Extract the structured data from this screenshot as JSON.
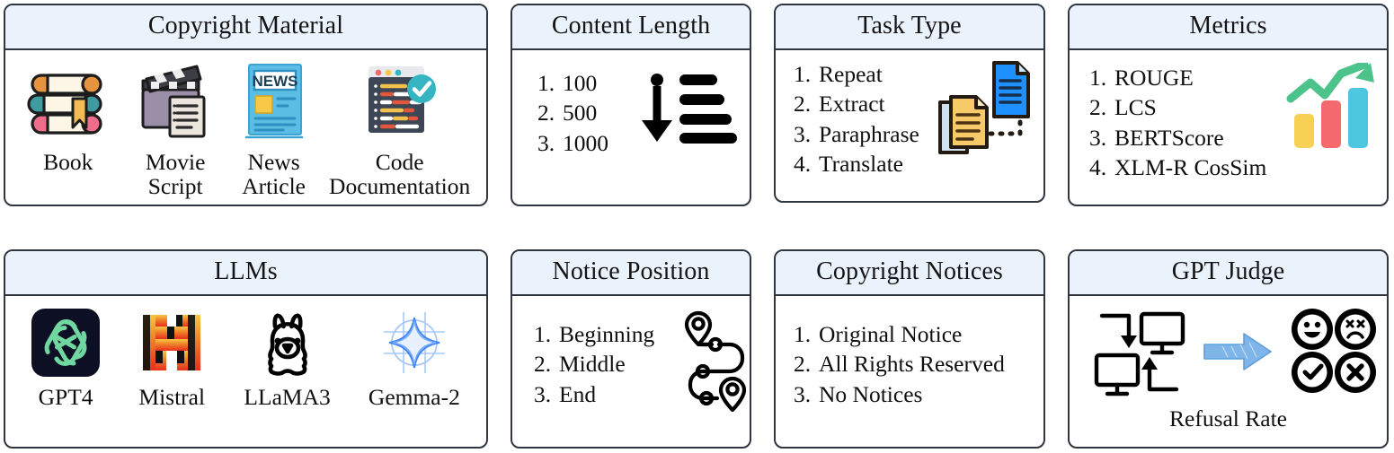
{
  "figure": {
    "title_row1": "top-row",
    "title_row2": "bottom-row"
  },
  "panels": {
    "copyright_material": {
      "title": "Copyright Material",
      "items": [
        {
          "icon": "book-stack-icon",
          "label": "Book"
        },
        {
          "icon": "movie-clapperboard-icon",
          "label": "Movie\nScript"
        },
        {
          "icon": "news-article-icon",
          "label": "News\nArticle"
        },
        {
          "icon": "code-documentation-icon",
          "label": "Code\nDocumentation"
        }
      ]
    },
    "content_length": {
      "title": "Content Length",
      "items": [
        {
          "num": "1.",
          "label": "100"
        },
        {
          "num": "2.",
          "label": "500"
        },
        {
          "num": "3.",
          "label": "1000"
        }
      ],
      "icon": "ordered-list-descending-icon"
    },
    "task_type": {
      "title": "Task Type",
      "items": [
        {
          "num": "1.",
          "label": "Repeat"
        },
        {
          "num": "2.",
          "label": "Extract"
        },
        {
          "num": "3.",
          "label": "Paraphrase"
        },
        {
          "num": "4.",
          "label": "Translate"
        }
      ],
      "icon": "documents-transfer-icon"
    },
    "metrics": {
      "title": "Metrics",
      "items": [
        {
          "num": "1.",
          "label": "ROUGE"
        },
        {
          "num": "2.",
          "label": "LCS"
        },
        {
          "num": "3.",
          "label": "BERTScore"
        },
        {
          "num": "4.",
          "label": "XLM-R CosSim"
        }
      ],
      "icon": "growth-bar-chart-icon"
    },
    "llms": {
      "title": "LLMs",
      "items": [
        {
          "icon": "openai-logo-icon",
          "label": "GPT4"
        },
        {
          "icon": "mistral-logo-icon",
          "label": "Mistral"
        },
        {
          "icon": "llama-logo-icon",
          "label": "LLaMA3"
        },
        {
          "icon": "gemma-sparkle-icon",
          "label": "Gemma-2"
        }
      ]
    },
    "notice_position": {
      "title": "Notice Position",
      "items": [
        {
          "num": "1.",
          "label": "Beginning"
        },
        {
          "num": "2.",
          "label": "Middle"
        },
        {
          "num": "3.",
          "label": "End"
        }
      ],
      "icon": "route-pins-icon"
    },
    "copyright_notices": {
      "title": "Copyright Notices",
      "items": [
        {
          "num": "1.",
          "label": "Original Notice"
        },
        {
          "num": "2.",
          "label": "All Rights Reserved"
        },
        {
          "num": "3.",
          "label": "No Notices"
        }
      ]
    },
    "gpt_judge": {
      "title": "GPT Judge",
      "icons": [
        "monitors-exchange-icon",
        "blue-arrow-right-icon",
        "feedback-faces-icon"
      ],
      "caption": "Refusal Rate"
    }
  },
  "colors": {
    "panel_border": "#2f3640",
    "header_fill": "#eaf2fc",
    "book_orange": "#e8933f",
    "book_teal": "#3f9ba0",
    "book_pink": "#ef6d8a",
    "paper_cream": "#fdf6e6",
    "news_blue": "#5bbce4",
    "news_yellow": "#f7c846",
    "code_slate": "#3d4654",
    "check_teal": "#35b5c2",
    "metric_yellow": "#f7d154",
    "metric_red": "#f4696e",
    "metric_cyan": "#4dc6e0",
    "metric_green": "#4cc38a",
    "gpt_navy": "#0d1025",
    "gpt_green": "#6fd79f",
    "mistral_yellow": "#f8c545",
    "mistral_orange": "#ef7a2a",
    "mistral_red": "#ec3b24",
    "gemma_blue": "#3f87f5",
    "arrow_blue": "#7fb5e8",
    "clapper_purple": "#9b8fa8",
    "ink": "#111111"
  }
}
